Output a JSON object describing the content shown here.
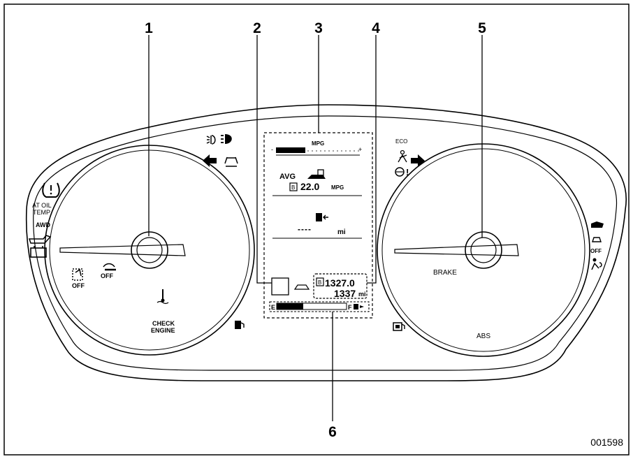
{
  "callouts": [
    "1",
    "2",
    "3",
    "4",
    "5",
    "6"
  ],
  "figure_id": "001598",
  "left_gauge": {
    "tpms_label": "(!)",
    "at_oil_temp": [
      "AT OIL",
      "TEMP"
    ],
    "awd": "AWD",
    "off_label_a": "OFF",
    "off_label_b": "OFF",
    "check_engine": [
      "CHECK",
      "ENGINE"
    ]
  },
  "right_gauge": {
    "eco_label": "ECO",
    "brake": "BRAKE",
    "abs": "ABS",
    "off_label": "OFF",
    "warn_label": "!"
  },
  "display": {
    "mpg_header": "MPG",
    "plus": "+",
    "minus": "-",
    "avg_label": "AVG",
    "avg_value": "22.0",
    "avg_unit": "MPG",
    "range_dashes": "----",
    "range_unit": "mi",
    "trip_mode": "B",
    "odo_value_1": "1327.0",
    "odo_value_2": "1337",
    "odo_unit": "mi",
    "fuel_e": "E",
    "fuel_f": "F"
  },
  "colors": {
    "ink": "#000000",
    "background": "#ffffff"
  }
}
